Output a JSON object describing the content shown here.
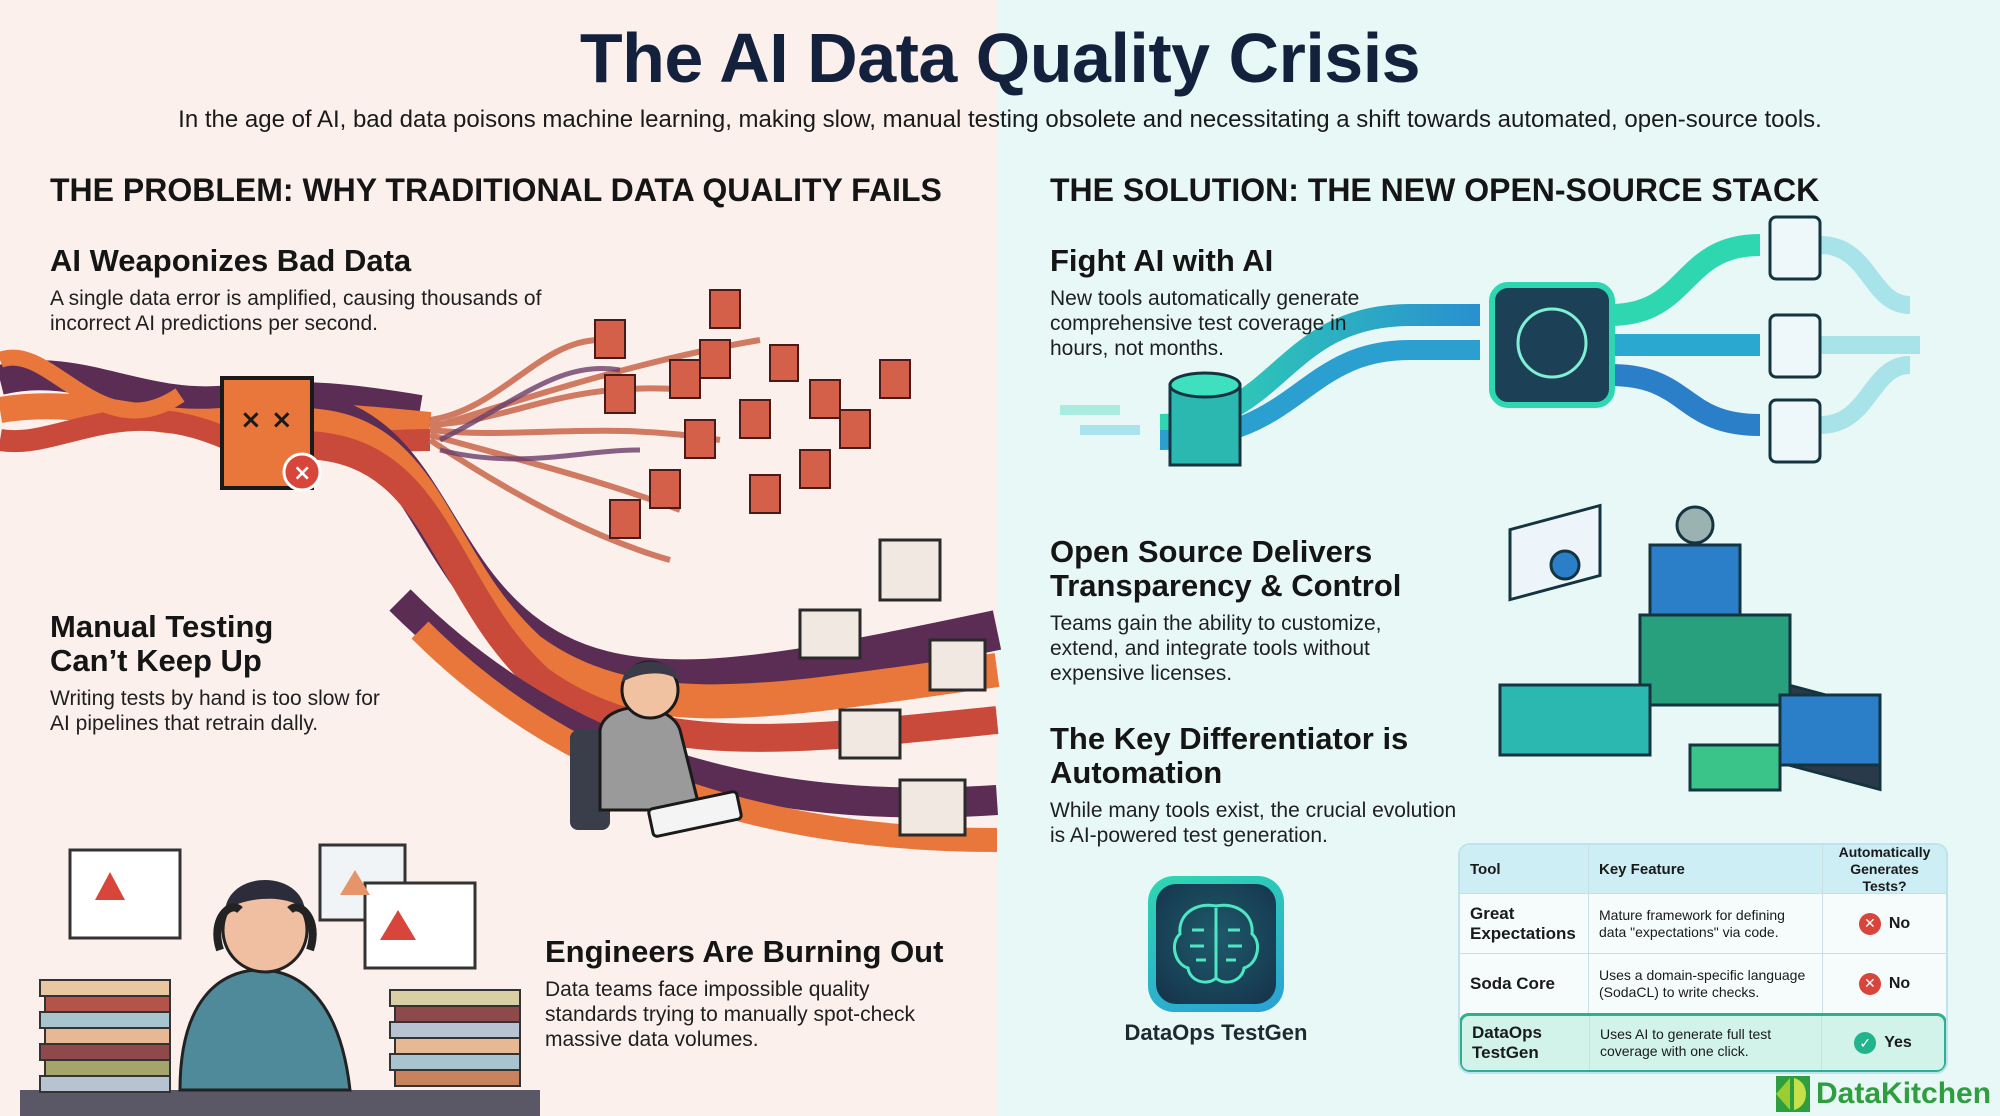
{
  "header": {
    "title": "The AI Data Quality Crisis",
    "subtitle": "In the age of AI, bad data poisons machine learning, making slow, manual testing obsolete and necessitating a shift towards automated, open-source tools."
  },
  "problem": {
    "heading": "THE PROBLEM: WHY TRADITIONAL DATA QUALITY FAILS",
    "items": [
      {
        "title": "AI Weaponizes Bad Data",
        "body": "A single data error is amplified, causing thousands of incorrect AI predictions per second."
      },
      {
        "title": "Manual Testing Can’t Keep Up",
        "body": "Writing tests by hand is too slow for AI pipelines that retrain dally."
      },
      {
        "title": "Engineers Are Burning Out",
        "body": "Data teams face impossible quality standards trying to manually spot-check massive data volumes."
      }
    ]
  },
  "solution": {
    "heading": "THE SOLUTION: THE NEW OPEN-SOURCE STACK",
    "items": [
      {
        "title": "Fight AI with AI",
        "body": "New tools automatically generate comprehensive test coverage in hours, not months."
      },
      {
        "title": "Open Source Delivers Transparency & Control",
        "body": "Teams gain the ability to customize, extend, and integrate tools without expensive licenses."
      },
      {
        "title": "The Key Differentiator is Automation",
        "body": "While many tools exist, the crucial evolution is AI-powered test generation."
      }
    ]
  },
  "featured_tool": {
    "label": "DataOps TestGen",
    "icon": "brain-circuit-icon"
  },
  "comparison_table": {
    "headers": [
      "Tool",
      "Key Feature",
      "Automatically Generates Tests?"
    ],
    "rows": [
      {
        "tool": "Great Expectations",
        "feature": "Mature framework for defining data \"expectations\" via code.",
        "auto": "No",
        "status": "no"
      },
      {
        "tool": "Soda Core",
        "feature": "Uses a domain-specific language (SodaCL) to write checks.",
        "auto": "No",
        "status": "no"
      },
      {
        "tool": "DataOps TestGen",
        "feature": "Uses AI to generate full test coverage with one click.",
        "auto": "Yes",
        "status": "yes"
      }
    ]
  },
  "brand": {
    "name": "DataKitchen"
  },
  "colors": {
    "title_navy": "#14213d",
    "left_bg": "#fbf0ec",
    "right_bg": "#e7f8f7",
    "orange": "#e9763a",
    "purple": "#5b2d55",
    "red": "#c9493a",
    "teal": "#2fd7b0",
    "blue": "#2a7fc8",
    "no_red": "#d8453b",
    "yes_green": "#22b48c",
    "brand_green": "#2e9e3e"
  }
}
